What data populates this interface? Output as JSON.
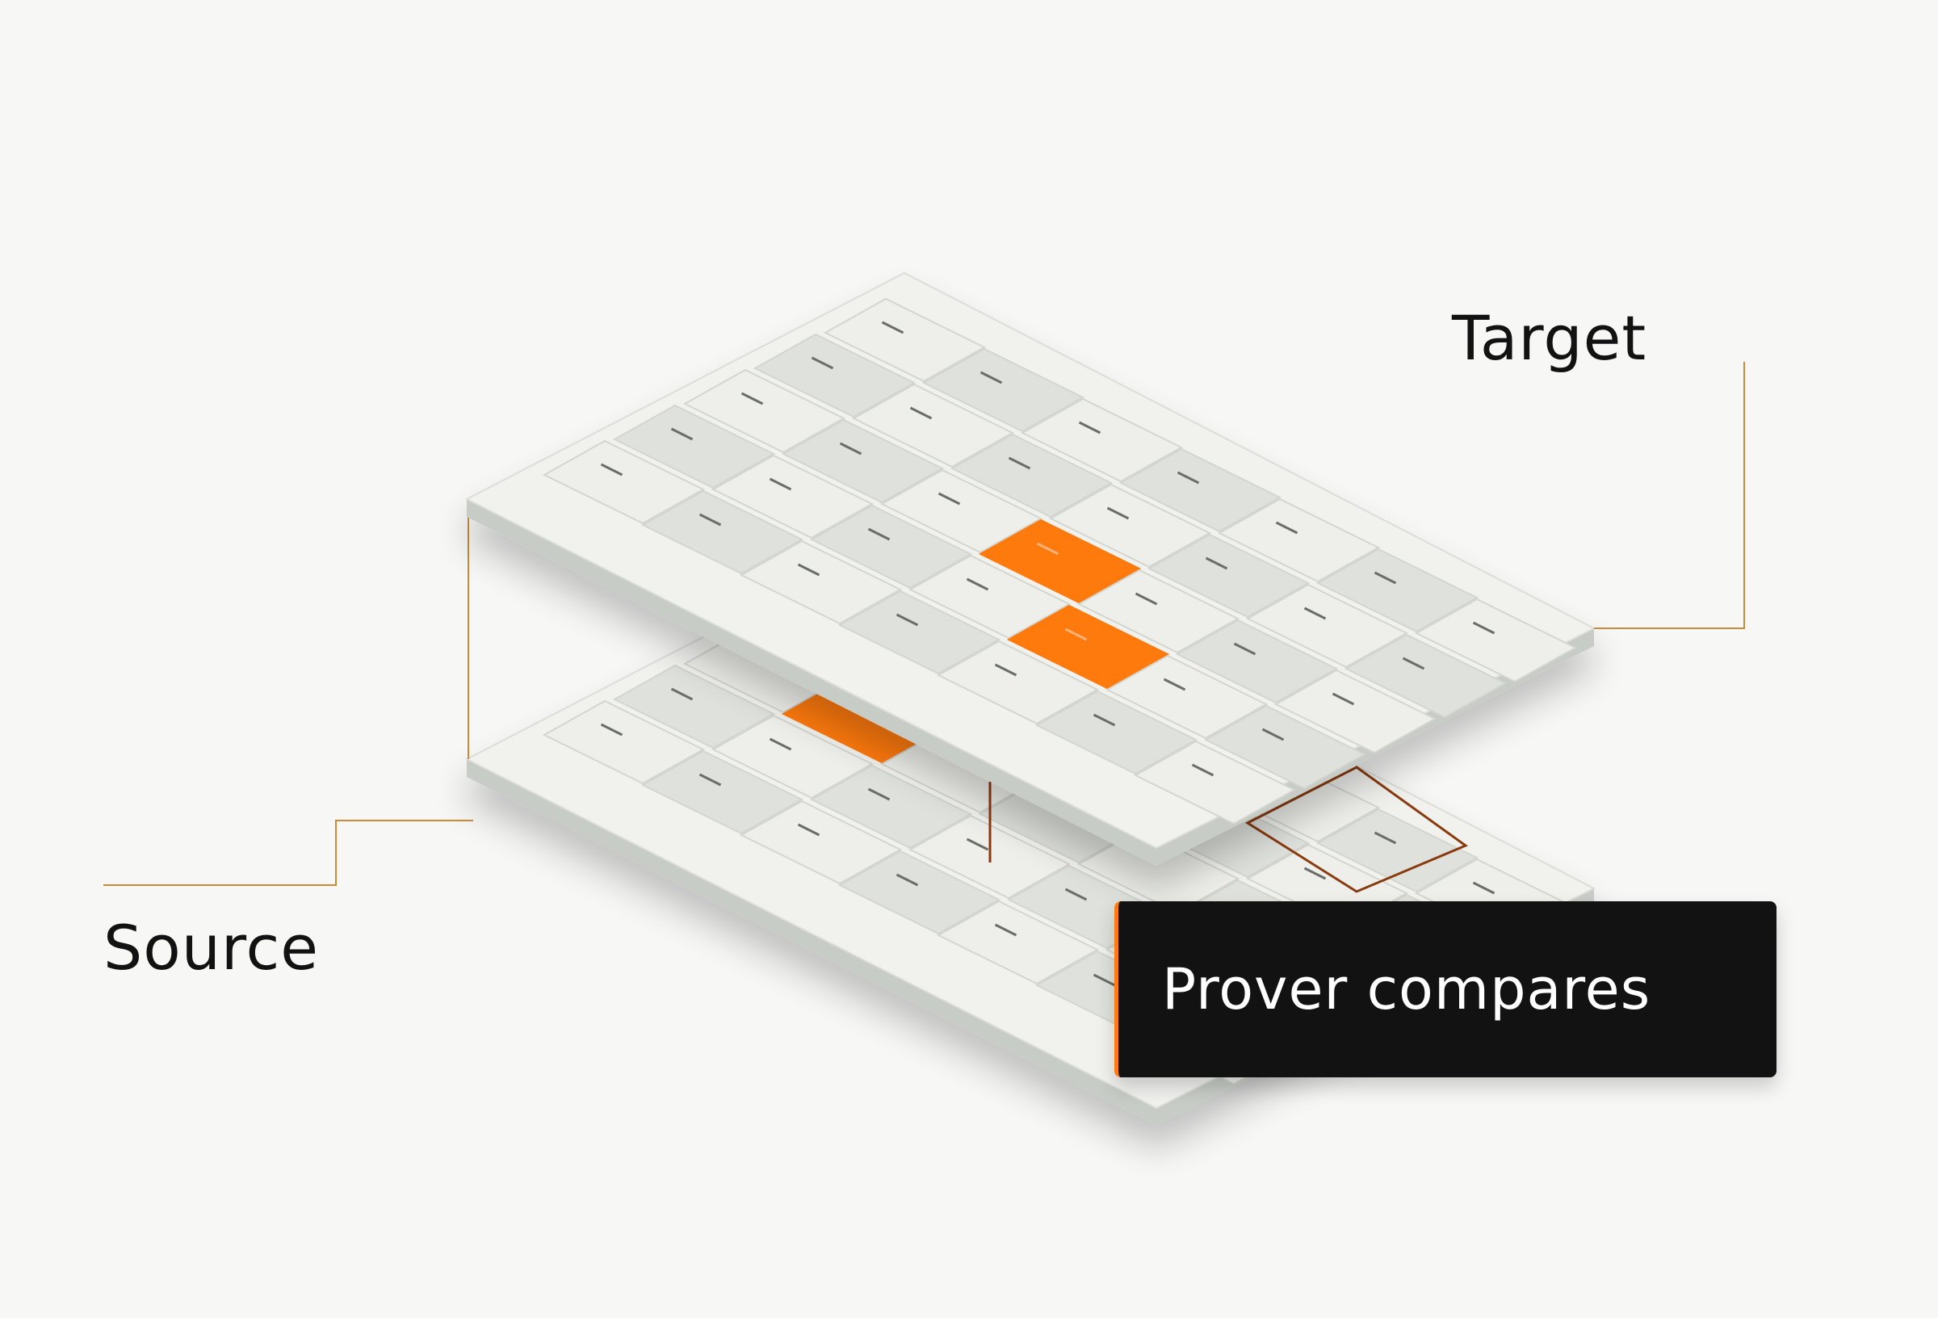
{
  "labels": {
    "target": "Target",
    "source": "Source",
    "callout": "Prover compares"
  },
  "colors": {
    "background": "#f7f7f6",
    "accent": "#ff7a10",
    "connector": "#c98a3c",
    "compare_outline": "#8a3a10",
    "plate_top": "#f1f1ee",
    "plate_side": "#c7ccc6",
    "cell_light": "#eeefea",
    "cell_dark": "#dfe2dc",
    "callout_bg": "#121212",
    "text": "#121212"
  },
  "grids": {
    "target": {
      "columns": 5,
      "rows": 7,
      "highlighted_cells": [
        [
          1,
          4
        ],
        [
          2,
          3
        ]
      ]
    },
    "source": {
      "columns": 5,
      "rows": 7,
      "highlighted_cells": [
        [
          2,
          1
        ]
      ]
    }
  },
  "icons": {
    "cell_mark": "dash-mark",
    "compare_region": "outline-cell"
  }
}
